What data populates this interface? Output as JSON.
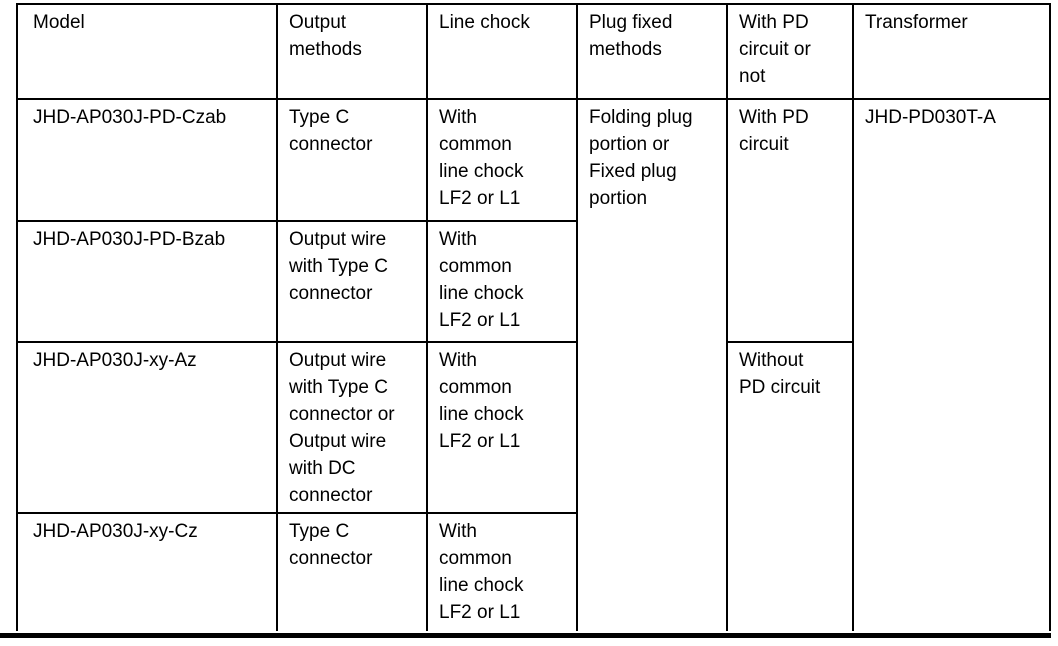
{
  "page": {
    "background": "#ffffff",
    "line_color": "#000000",
    "text_color": "#000000"
  },
  "table": {
    "headers": {
      "model": "Model",
      "output_methods": "Output\nmethods",
      "line_chock": "Line chock",
      "plug_fixed": "Plug fixed\nmethods",
      "pd_circuit": "With PD\ncircuit or\nnot",
      "transformer": "Transformer"
    },
    "rows": [
      {
        "model": "JHD-AP030J-PD-Czab",
        "output_methods": "Type C\nconnector",
        "line_chock": "With\ncommon\nline chock\nLF2 or L1"
      },
      {
        "model": "JHD-AP030J-PD-Bzab",
        "output_methods": "Output wire\nwith Type C\nconnector",
        "line_chock": "With\ncommon\nline chock\nLF2 or L1"
      },
      {
        "model": "JHD-AP030J-xy-Az",
        "output_methods": "Output wire\nwith Type C\nconnector or\nOutput wire\nwith DC\nconnector",
        "line_chock": "With\ncommon\nline chock\nLF2 or L1"
      },
      {
        "model": "JHD-AP030J-xy-Cz",
        "output_methods": "Type C\nconnector",
        "line_chock": "With\ncommon\nline chock\nLF2 or L1"
      }
    ],
    "merged_cells": {
      "plug_fixed": "Folding plug\nportion or\nFixed plug\nportion",
      "with_pd": "With PD\ncircuit",
      "without_pd": "Without\nPD circuit",
      "transformer": "JHD-PD030T-A"
    }
  }
}
